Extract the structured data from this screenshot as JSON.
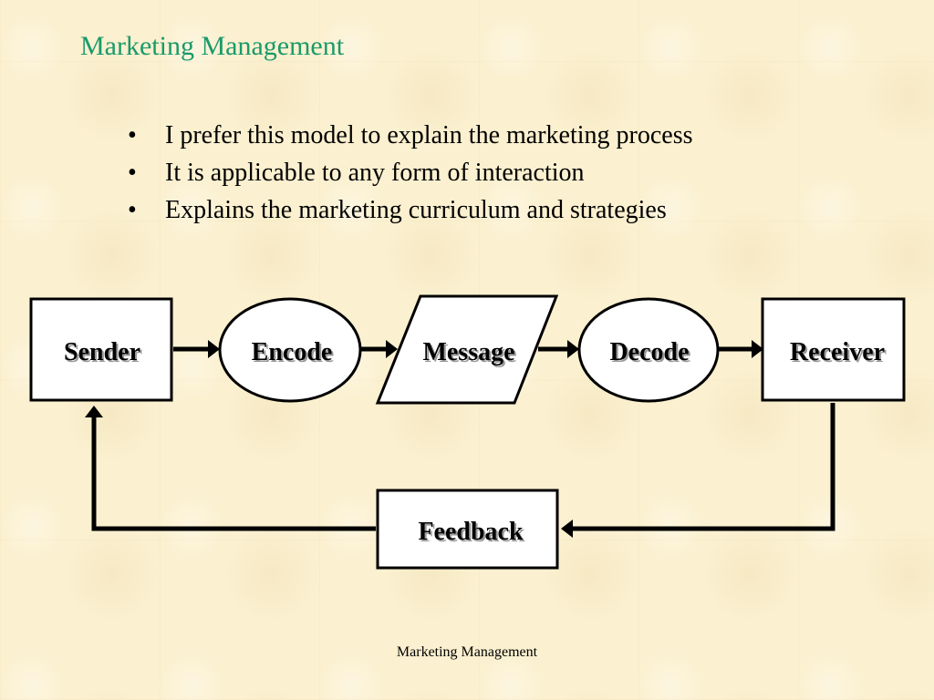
{
  "slide": {
    "title": "Marketing Management",
    "bullets": [
      "I prefer this model to explain the marketing process",
      "It is applicable to any form of interaction",
      "Explains the marketing curriculum and strategies"
    ],
    "bullet_glyph": "•",
    "footer": "Marketing Management"
  },
  "diagram": {
    "nodes": {
      "sender": "Sender",
      "encode": "Encode",
      "message": "Message",
      "decode": "Decode",
      "receiver": "Receiver",
      "feedback": "Feedback"
    },
    "flow": [
      "sender",
      "encode",
      "message",
      "decode",
      "receiver"
    ],
    "feedback_loop": [
      "receiver",
      "feedback",
      "sender"
    ]
  },
  "colors": {
    "title": "#1a9a6a",
    "background": "#fbf0cf",
    "node_fill": "#ffffff",
    "stroke": "#000000"
  }
}
